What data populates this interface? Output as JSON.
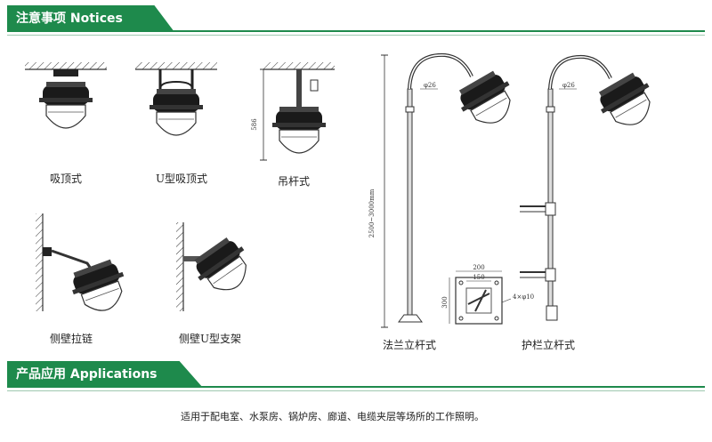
{
  "sections": {
    "notices_title": "注意事项 Notices",
    "applications_title": "产品应用 Applications"
  },
  "mounting_methods": [
    "吸顶式",
    "U型吸顶式",
    "吊杆式",
    "侧壁拉链",
    "侧壁U型支架",
    "法兰立杆式",
    "护栏立杆式"
  ],
  "dimensions": {
    "height_586": "586",
    "pole_height": "2500~3000mm",
    "tube_dia": "φ26",
    "flange_200": "200",
    "flange_150": "150",
    "flange_300": "300",
    "bolt_holes": "4×φ10"
  },
  "applications_text": "适用于配电室、水泵房、锅炉房、廊道、电缆夹层等场所的工作照明。",
  "colors": {
    "accent": "#1e8a4c"
  }
}
